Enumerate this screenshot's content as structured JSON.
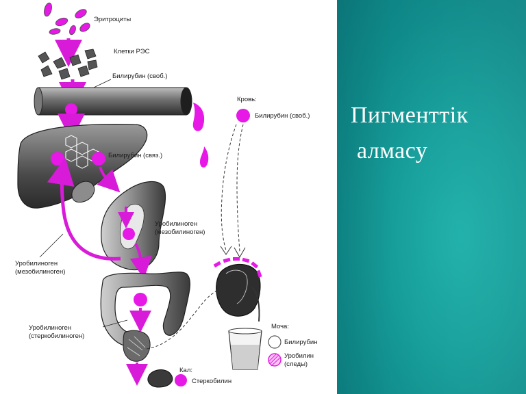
{
  "slide": {
    "title_line1": "Пигменттік",
    "title_line2": "алмасу"
  },
  "diagram": {
    "labels": {
      "erythrocytes": "Эритроциты",
      "res_cells": "Клетки РЭС",
      "bilirubin_free": "Билирубин (своб.)",
      "blood": "Кровь:",
      "blood_bilirubin_free": "Билирубин (своб.)",
      "bilirubin_bound": "Билирубин (связ.)",
      "urobilinogen_mezo_1": "Уробилиноген",
      "urobilinogen_mezo_1b": "(мезобилиноген)",
      "urobilinogen_mezo_2": "Уробилиноген",
      "urobilinogen_mezo_2b": "(мезобилиноген)",
      "urobilinogen_sterko": "Уробилиноген",
      "urobilinogen_sterko_b": "(стеркобилиноген)",
      "urine": "Моча:",
      "urine_bilirubin": "Билирубин",
      "urine_urobilin": "Уробилин",
      "urine_urobilin_b": "(следы)",
      "feces": "Кал:",
      "sterkobilin": "Стеркобилин"
    },
    "colors": {
      "pigment": "#e619e6",
      "organ": "#3a3a3a",
      "arrow": "#d81bd8"
    }
  }
}
